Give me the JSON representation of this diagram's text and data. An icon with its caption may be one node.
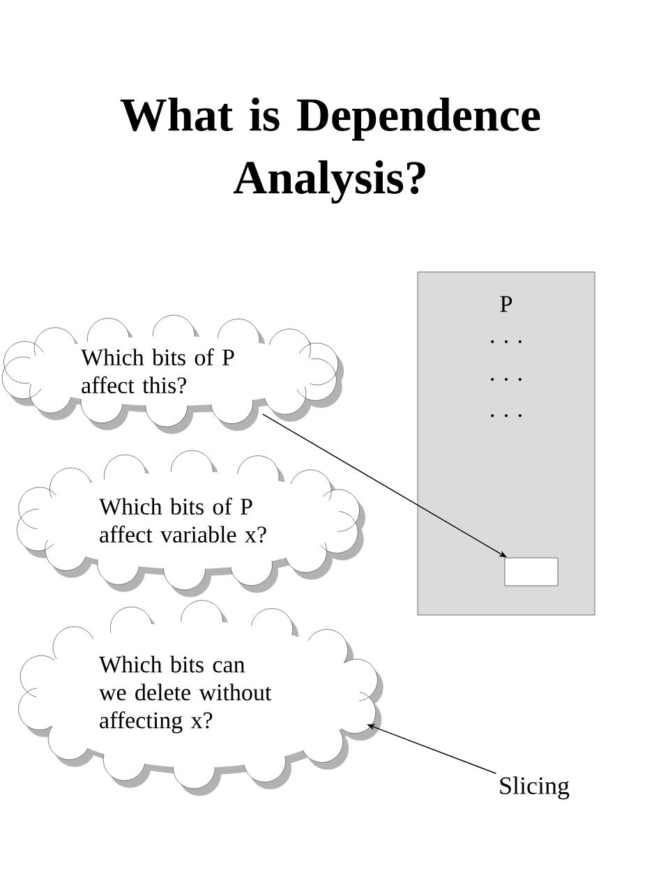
{
  "diagram": {
    "title": "What is Dependence Analysis?",
    "nodes": [
      {
        "text": [
          "P",
          ". . .",
          ". . .",
          ". . ."
        ]
      },
      {
        "text": [],
        "shape": "box",
        "in": 0
      },
      {
        "text": [
          "Which bits of P affect this?"
        ]
      },
      {
        "text": [
          "Which bits of P affect variable x?"
        ]
      },
      {
        "text": [
          "Which bits can we delete without affecting x?"
        ]
      },
      {
        "text": [
          "Slicing"
        ]
      }
    ],
    "edges": [
      {
        "from": 2,
        "to": 1,
        "arrow": "to"
      },
      {
        "from": 5,
        "to": 4,
        "arrow": "to"
      }
    ]
  }
}
